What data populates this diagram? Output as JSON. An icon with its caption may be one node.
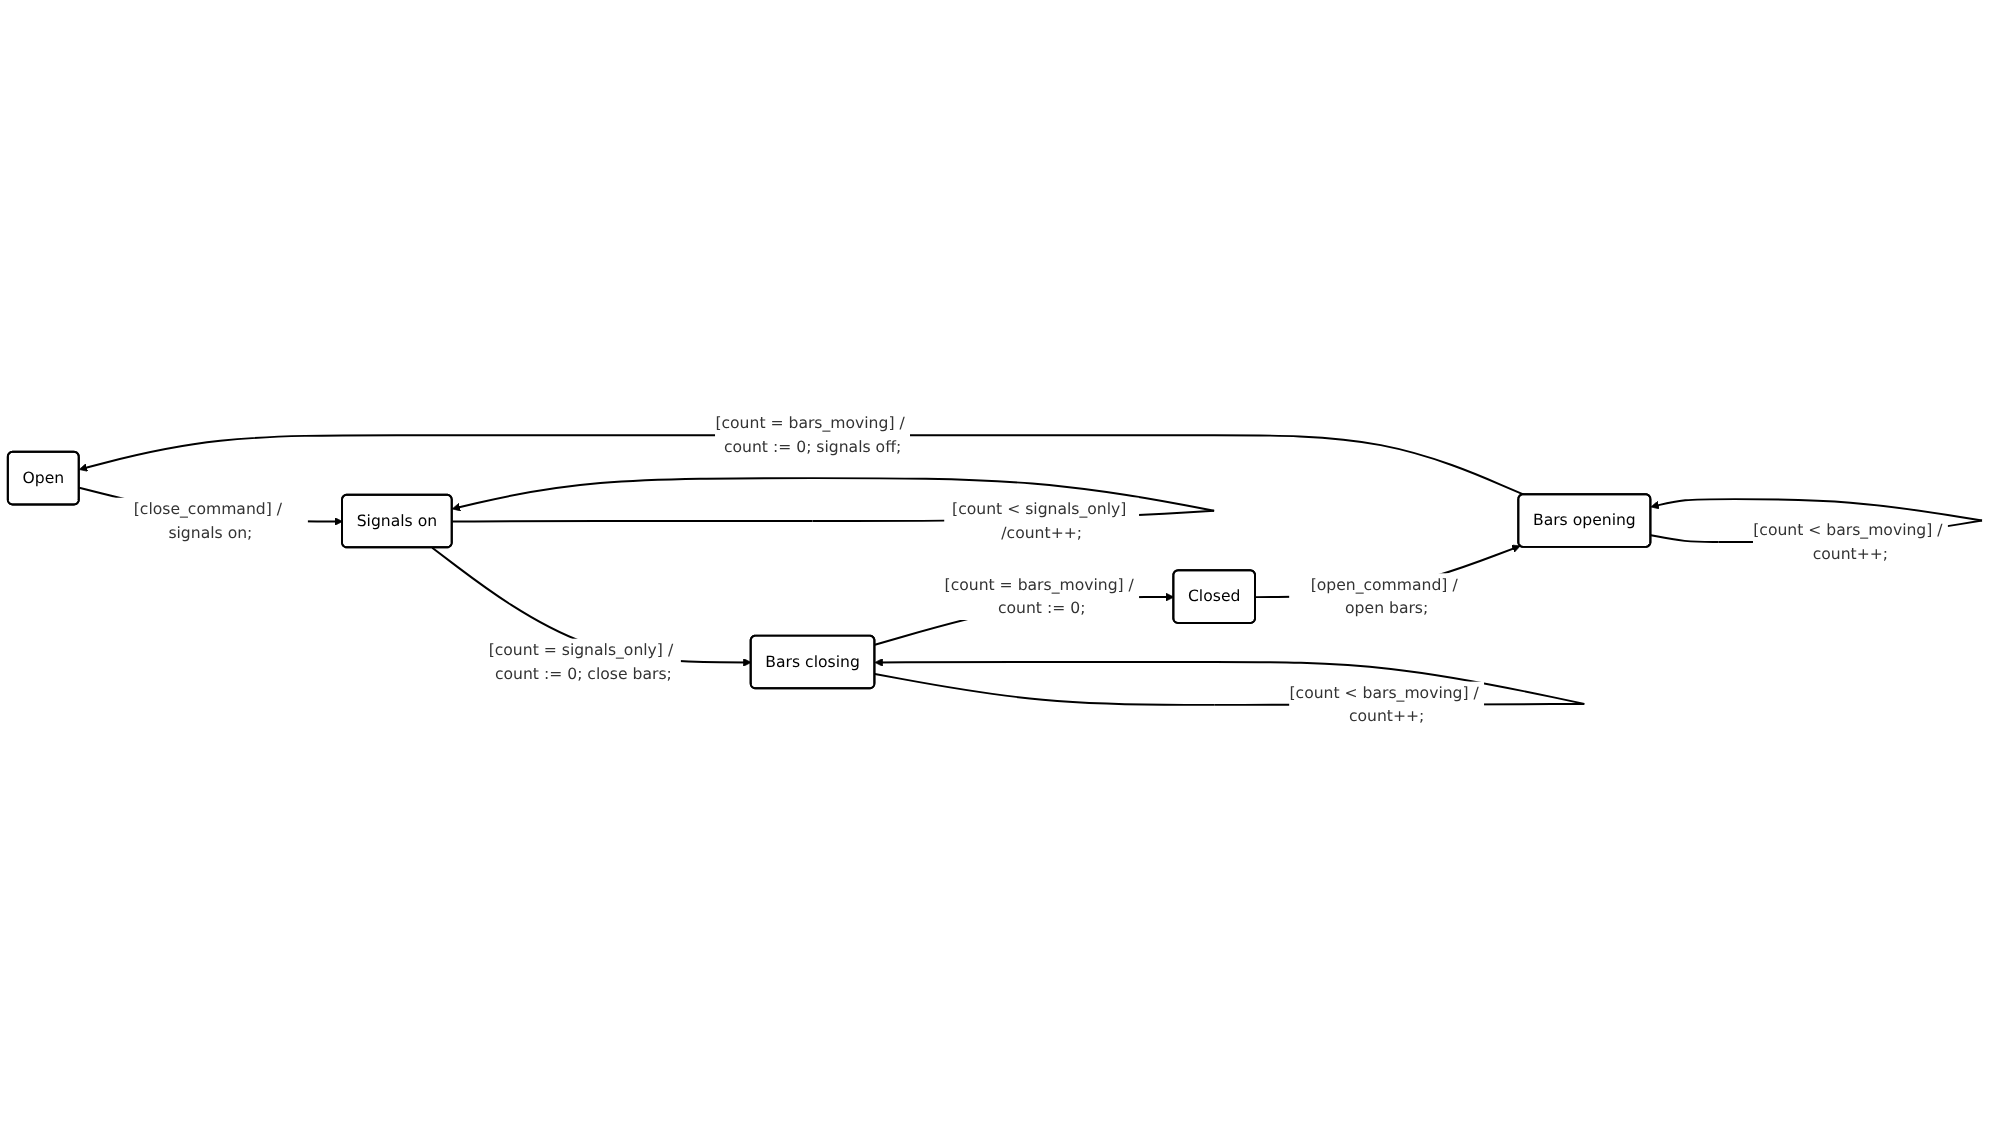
{
  "diagram": {
    "nodes": [
      {
        "text": [
          "Open"
        ]
      },
      {
        "text": [
          "Signals on"
        ]
      },
      {
        "text": [
          "Bars closing"
        ]
      },
      {
        "text": [
          "Closed"
        ]
      },
      {
        "text": [
          "Bars opening"
        ]
      }
    ],
    "edges": [
      {
        "from": 0,
        "to": 1,
        "arrow": "to",
        "label": "[close_command] / signals on;"
      },
      {
        "from": 1,
        "to": 1,
        "arrow": "to",
        "label": "[count < signals_only] /count++;"
      },
      {
        "from": 1,
        "to": 2,
        "arrow": "to",
        "label": "[count = signals_only] / count := 0; close bars;"
      },
      {
        "from": 2,
        "to": 2,
        "arrow": "to",
        "label": "[count < bars_moving] / count++;"
      },
      {
        "from": 2,
        "to": 3,
        "arrow": "to",
        "label": "[count = bars_moving] / count := 0;"
      },
      {
        "from": 3,
        "to": 4,
        "arrow": "to",
        "label": "[open_command] / open bars;"
      },
      {
        "from": 4,
        "to": 4,
        "arrow": "to",
        "label": "[count < bars_moving] / count++;"
      },
      {
        "from": 4,
        "to": 0,
        "arrow": "to",
        "label": "[count = bars_moving] / count := 0; signals off;"
      }
    ]
  }
}
